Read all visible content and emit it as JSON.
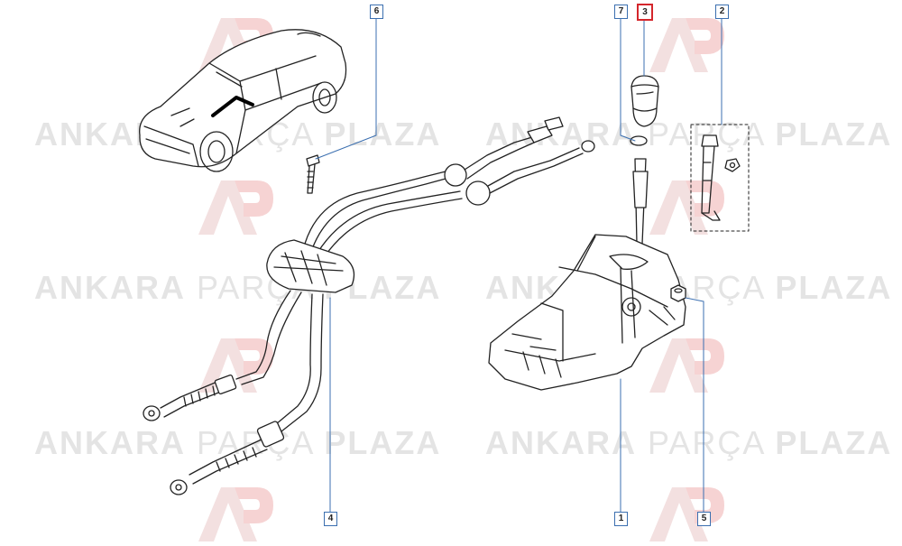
{
  "watermark": {
    "brand_strong_1": "ANKARA",
    "brand_light": "PARÇA",
    "brand_strong_2": "PLAZA",
    "logo_letters": "AP"
  },
  "callouts": [
    {
      "id": "6",
      "highlighted": false
    },
    {
      "id": "7",
      "highlighted": false
    },
    {
      "id": "3",
      "highlighted": true
    },
    {
      "id": "2",
      "highlighted": false
    },
    {
      "id": "4",
      "highlighted": false
    },
    {
      "id": "1",
      "highlighted": false
    },
    {
      "id": "5",
      "highlighted": false
    }
  ],
  "colors": {
    "callout_border": "#3b6fb0",
    "callout_highlight": "#d4262c",
    "watermark_text": "#e4e4e4",
    "watermark_logo": "#f6d9d9",
    "line_art": "#222222"
  }
}
